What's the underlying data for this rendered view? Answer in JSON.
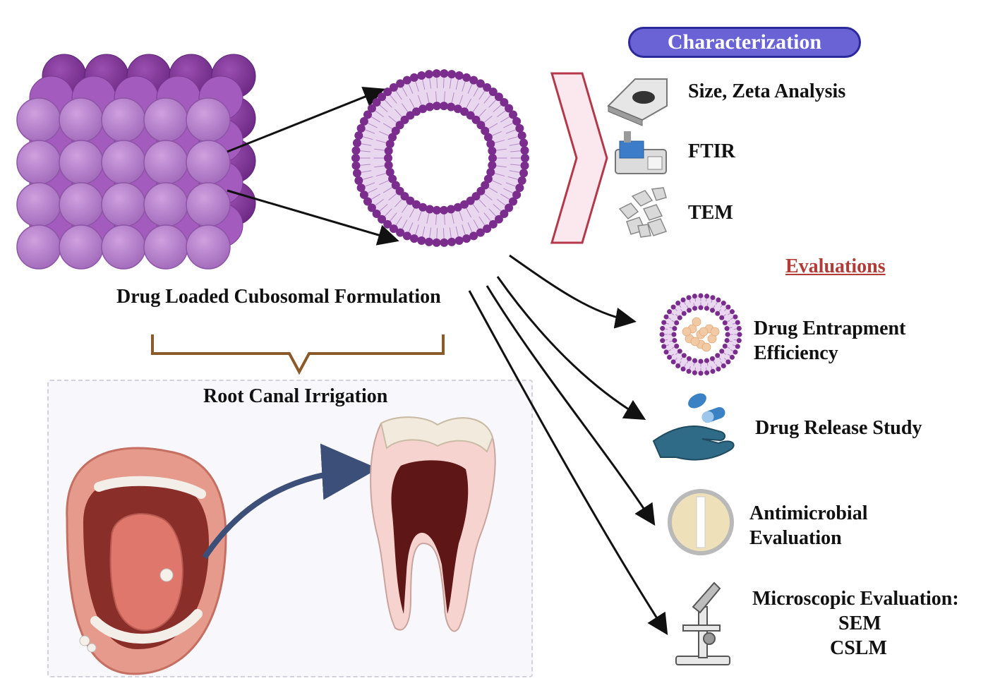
{
  "diagram": {
    "formulation_label": "Drug Loaded Cubosomal Formulation",
    "application_label": "Root Canal Irrigation",
    "characterization": {
      "title": "Characterization",
      "items": [
        {
          "label": "Size, Zeta Analysis",
          "icon": "particle-size-analyzer-icon"
        },
        {
          "label": "FTIR",
          "icon": "ftir-instrument-icon"
        },
        {
          "label": "TEM",
          "icon": "tem-crystals-icon"
        }
      ]
    },
    "evaluations": {
      "title": "Evaluations",
      "items": [
        {
          "label_lines": [
            "Drug Entrapment",
            "Efficiency"
          ],
          "icon": "loaded-vesicle-icon"
        },
        {
          "label_lines": [
            "Drug Release Study"
          ],
          "icon": "hand-capsules-icon"
        },
        {
          "label_lines": [
            "Antimicrobial",
            "Evaluation"
          ],
          "icon": "petri-dish-icon"
        },
        {
          "label_lines": [
            "Microscopic Evaluation:",
            "SEM",
            "CSLM"
          ],
          "icon": "microscope-icon"
        }
      ]
    },
    "colors": {
      "cubosome": "#b07ac7",
      "vesicle": "#7b2d8e",
      "pill": "#6a63d6",
      "evaluations_title": "#b23b36",
      "bracket": "#8a5a2b",
      "tooth_arrow": "#3c4f78"
    }
  }
}
